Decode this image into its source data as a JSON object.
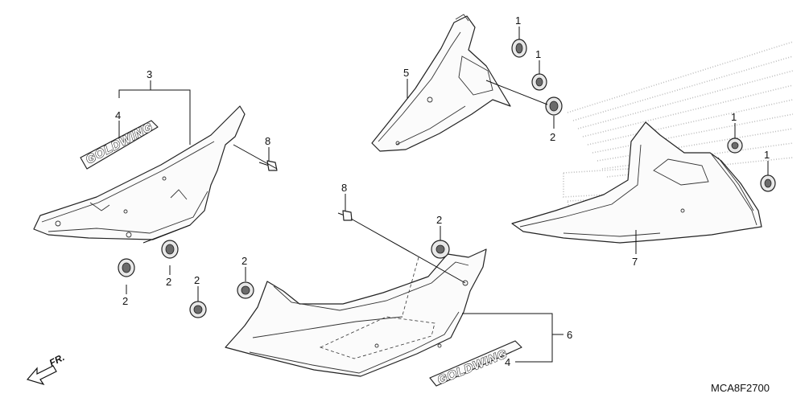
{
  "diagram_code": "MCA8F2700",
  "front_arrow_text": "FR.",
  "emblem_text": "GOLDWING",
  "callouts": {
    "c1a": "1",
    "c1b": "1",
    "c1c": "1",
    "c1d": "1",
    "c2a": "2",
    "c2b": "2",
    "c2c": "2",
    "c2d": "2",
    "c2e": "2",
    "c2f": "2",
    "c3": "3",
    "c4a": "4",
    "c4b": "4",
    "c5": "5",
    "c6": "6",
    "c7": "7",
    "c8a": "8",
    "c8b": "8"
  },
  "icons": [
    "front-arrow-icon",
    "grommet",
    "screw",
    "wing-watermark"
  ]
}
